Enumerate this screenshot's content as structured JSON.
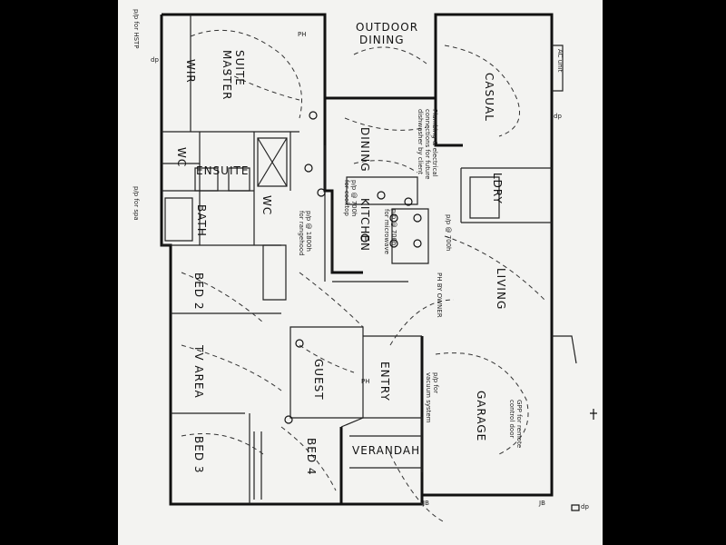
{
  "rooms": {
    "outdoor": "OUTDOOR",
    "dining_outdoor": "DINING",
    "suite": "SUITE",
    "master": "MASTER",
    "wir": "WIR",
    "casual": "CASUAL",
    "ac_unit": "AC unit",
    "dining": "DINING",
    "wc1": "WC",
    "ensuite": "ENSUITE",
    "bath": "BATH",
    "wc2": "WC",
    "kitchen": "KITCHEN",
    "ldry": "LDRY",
    "living": "LIVING",
    "bed2": "BED 2",
    "tv_area": "TV AREA",
    "guest": "GUEST",
    "entry": "ENTRY",
    "garage": "GARAGE",
    "bed3": "BED 3",
    "bed4": "BED 4",
    "verandah": "VERANDAH"
  },
  "notes": {
    "hstp": "p/p for HSTP",
    "spa": "p/p for spa",
    "plumbing1": "Plumbing & electrical",
    "plumbing2": "connections for future",
    "plumbing3": "dishwasher by client",
    "pp700_1": "p/p @ 700h",
    "pp700_2": "p/p @ 700h",
    "pp700_3": "p/p @ 700h",
    "cooktop": "for cooktop",
    "pp1800": "p/p @ 1800h",
    "rangehood": "for rangehood",
    "microwave": "for microwave",
    "ph_owner": "PH BY OWNER",
    "vacuum1": "p/p for",
    "vacuum2": "vacuum system",
    "remote1": "GPP for remote",
    "remote2": "control door",
    "dp": "dp",
    "jb": "JB",
    "ph": "PH"
  }
}
